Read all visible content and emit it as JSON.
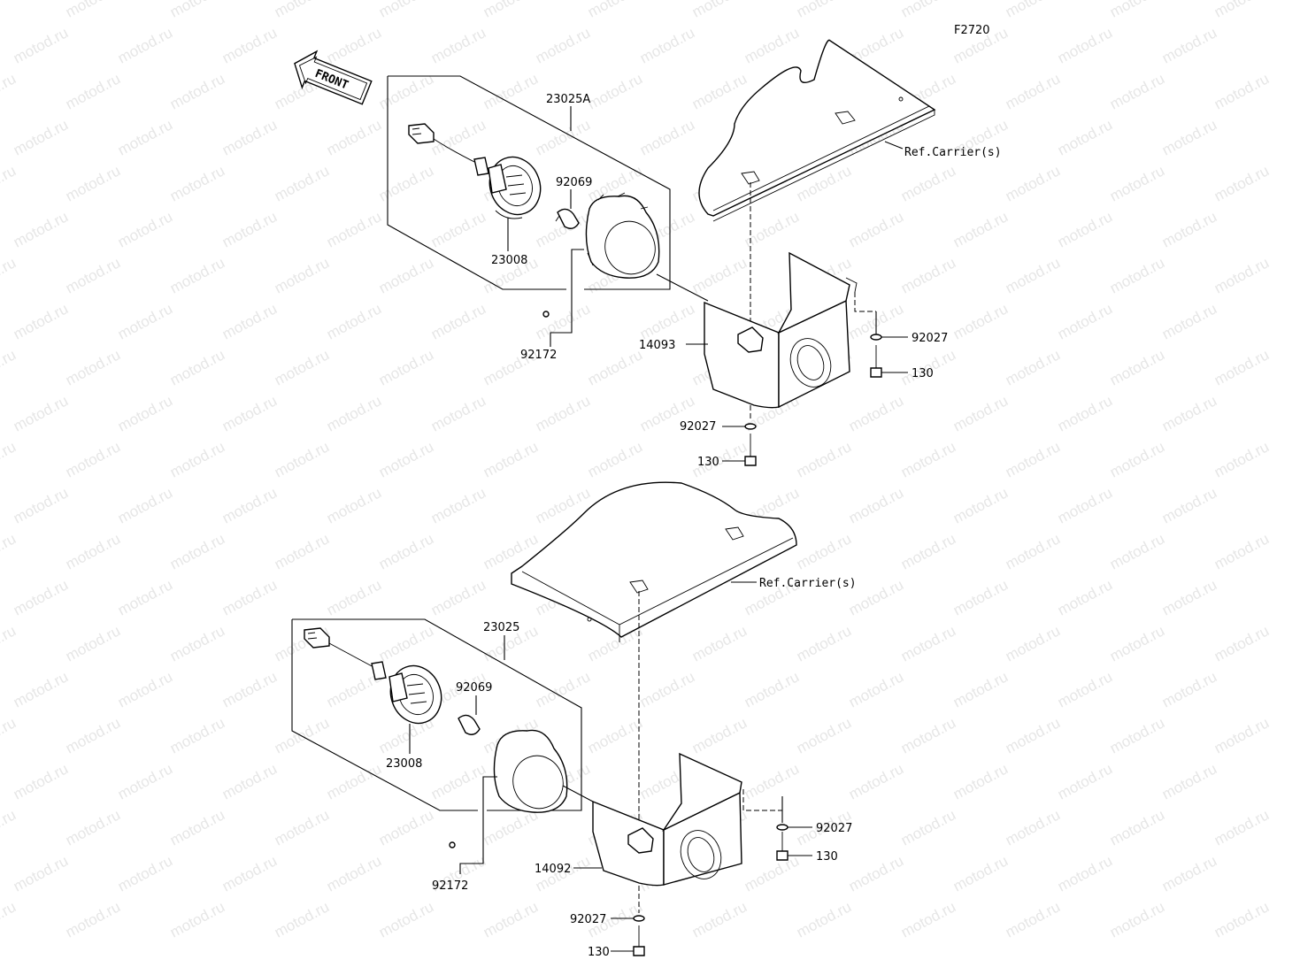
{
  "diagram_code": "F2720",
  "front_label": "FRONT",
  "watermark_text": "motod.ru",
  "upper": {
    "assembly": "23025A",
    "socket": "23008",
    "bulb": "92069",
    "screw": "92172",
    "bracket": "14093",
    "washer_side": "92027",
    "bolt_side": "130",
    "washer_bottom": "92027",
    "bolt_bottom": "130",
    "carrier_ref": "Ref.Carrier(s)"
  },
  "lower": {
    "assembly": "23025",
    "socket": "23008",
    "bulb": "92069",
    "screw": "92172",
    "bracket": "14092",
    "washer_side": "92027",
    "bolt_side": "130",
    "washer_bottom": "92027",
    "bolt_bottom": "130",
    "carrier_ref": "Ref.Carrier(s)"
  }
}
